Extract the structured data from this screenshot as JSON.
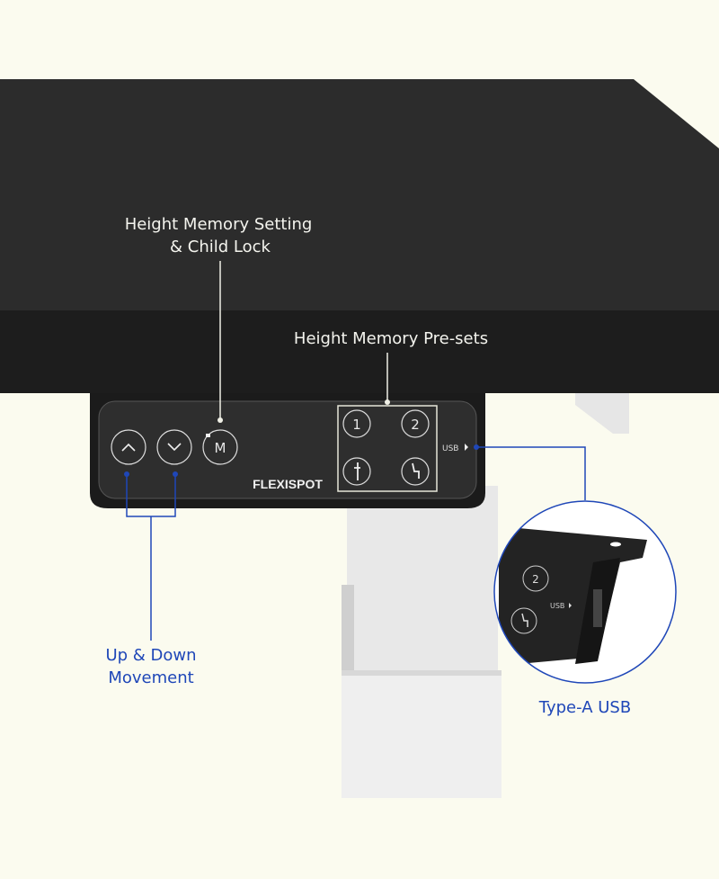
{
  "annotations": {
    "memory_setting_line1": "Height Memory Setting",
    "memory_setting_line2": "& Child Lock",
    "presets": "Height Memory Pre-sets",
    "up_down_line1": "Up & Down",
    "up_down_line2": "Movement",
    "usb": "Type-A USB"
  },
  "panel": {
    "brand": "FLEXISPOT",
    "memory_button": "M",
    "preset_1": "1",
    "preset_2": "2",
    "usb_label": "USB"
  },
  "inset": {
    "preset_2": "2",
    "usb_label": "USB"
  },
  "colors": {
    "background": "#fbfbef",
    "desk_top": "#2c2c2c",
    "annotation_blue": "#1f47b8"
  }
}
